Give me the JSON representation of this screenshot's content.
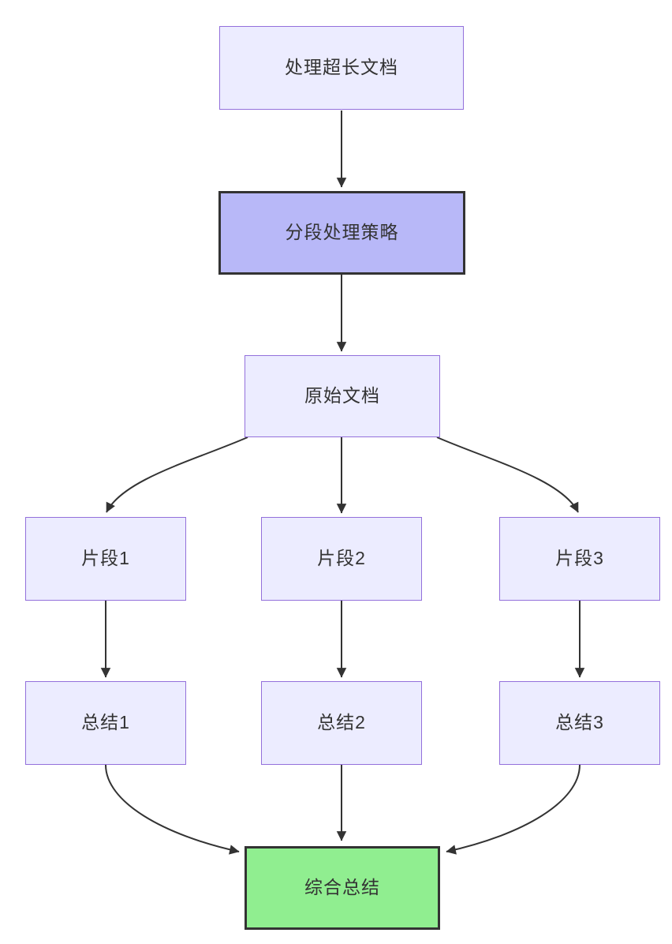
{
  "diagram": {
    "type": "flowchart",
    "direction": "top-down",
    "nodes": [
      {
        "id": "A",
        "label": "处理超长文档",
        "style": "default"
      },
      {
        "id": "B",
        "label": "分段处理策略",
        "style": "highlight-purple"
      },
      {
        "id": "C",
        "label": "原始文档",
        "style": "default"
      },
      {
        "id": "D1",
        "label": "片段1",
        "style": "default"
      },
      {
        "id": "D2",
        "label": "片段2",
        "style": "default"
      },
      {
        "id": "D3",
        "label": "片段3",
        "style": "default"
      },
      {
        "id": "E1",
        "label": "总结1",
        "style": "default"
      },
      {
        "id": "E2",
        "label": "总结2",
        "style": "default"
      },
      {
        "id": "E3",
        "label": "总结3",
        "style": "default"
      },
      {
        "id": "F",
        "label": "综合总结",
        "style": "highlight-green"
      }
    ],
    "edges": [
      {
        "from": "A",
        "to": "B"
      },
      {
        "from": "B",
        "to": "C"
      },
      {
        "from": "C",
        "to": "D1"
      },
      {
        "from": "C",
        "to": "D2"
      },
      {
        "from": "C",
        "to": "D3"
      },
      {
        "from": "D1",
        "to": "E1"
      },
      {
        "from": "D2",
        "to": "E2"
      },
      {
        "from": "D3",
        "to": "E3"
      },
      {
        "from": "E1",
        "to": "F"
      },
      {
        "from": "E2",
        "to": "F"
      },
      {
        "from": "E3",
        "to": "F"
      }
    ],
    "colors": {
      "background": "#ffffff",
      "node_fill": "#ECECFF",
      "node_border": "#9370DB",
      "highlight_purple_fill": "#B8B8F8",
      "highlight_green_fill": "#90EE90",
      "highlight_border": "#333333",
      "edge_color": "#333333",
      "text_color": "#333333"
    }
  }
}
